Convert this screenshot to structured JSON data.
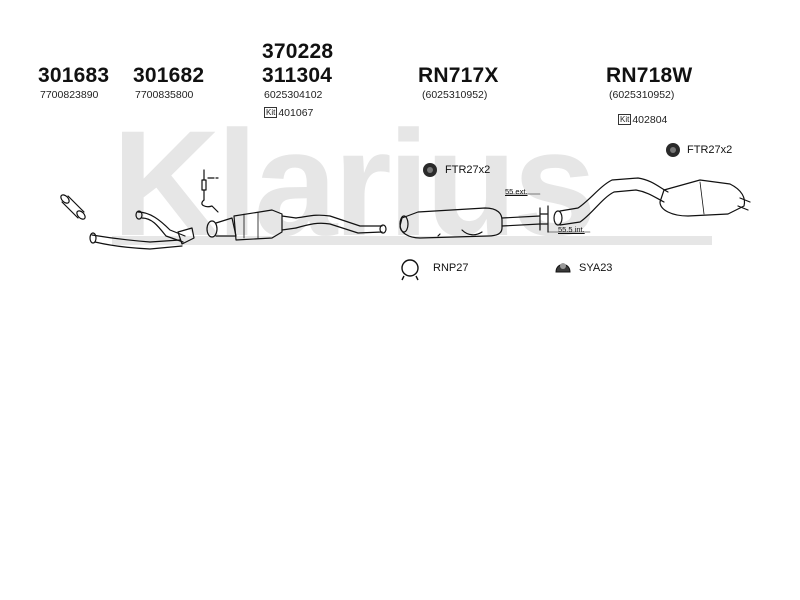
{
  "watermark": {
    "text": "Klarius"
  },
  "parts": [
    {
      "part_no": "301683",
      "oe_no": "7700823890"
    },
    {
      "part_no": "301682",
      "oe_no": "7700835800"
    },
    {
      "part_no_1": "370228",
      "part_no_2": "311304",
      "oe_no": "6025304102",
      "kit_badge": "Kit",
      "kit_no": "401067"
    },
    {
      "part_no": "RN717X",
      "oe_no": "(6025310952)"
    },
    {
      "part_no": "RN718W",
      "oe_no": "(6025310952)",
      "kit_badge": "Kit",
      "kit_no": "402804"
    }
  ],
  "accessories": {
    "ftr_a": "FTR27x2",
    "ftr_b": "FTR27x2",
    "rnp": "RNP27",
    "sya": "SYA23"
  },
  "dimensions": {
    "ext": "55 ext.",
    "int": "55.5 int."
  }
}
